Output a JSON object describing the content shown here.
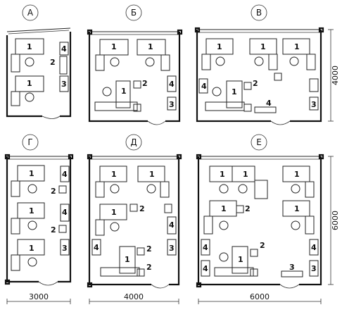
{
  "plans": [
    {
      "id": "a",
      "letter": "А",
      "labels": [
        "1",
        "1",
        "2",
        "4",
        "3"
      ]
    },
    {
      "id": "b",
      "letter": "Б",
      "labels": [
        "1",
        "1",
        "1",
        "2",
        "4",
        "3"
      ]
    },
    {
      "id": "v",
      "letter": "В",
      "labels": [
        "1",
        "1",
        "1",
        "1",
        "2",
        "4",
        "4",
        "3"
      ]
    },
    {
      "id": "g",
      "letter": "Г",
      "labels": [
        "1",
        "1",
        "1",
        "4",
        "2",
        "4",
        "2",
        "3"
      ]
    },
    {
      "id": "d",
      "letter": "Д",
      "labels": [
        "1",
        "1",
        "1",
        "2",
        "1",
        "2",
        "4",
        "3",
        "4",
        "2"
      ]
    },
    {
      "id": "e",
      "letter": "Е",
      "labels": [
        "1",
        "1",
        "1",
        "1",
        "2",
        "1",
        "2",
        "1",
        "4",
        "4",
        "3",
        "4",
        "3"
      ]
    }
  ],
  "dimensions": {
    "width_a": "3000",
    "width_b": "4000",
    "width_c": "6000",
    "height_top": "4000",
    "height_bottom": "6000"
  }
}
